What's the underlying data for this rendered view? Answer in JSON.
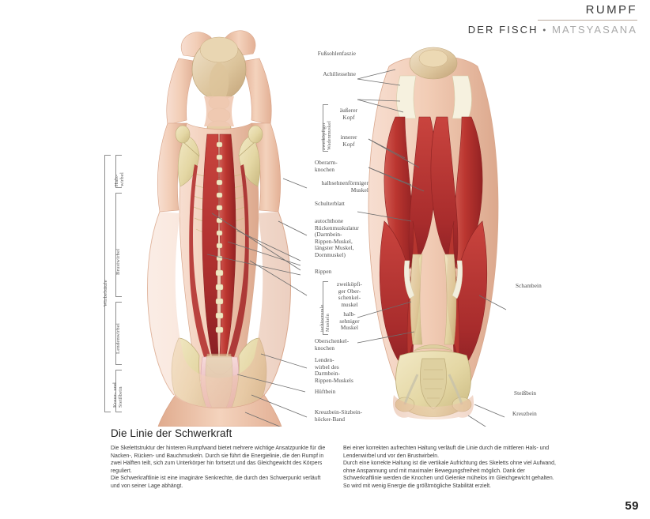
{
  "header": {
    "chapter": "RUMPF",
    "pose_name": "DER FISCH",
    "separator": "•",
    "sanskrit": "MATSYASANA",
    "rule_color": "#b9a99c"
  },
  "page_number": "59",
  "figures": {
    "left_figure_name": "seated-forward-bend-back-view-anatomy",
    "right_figure_name": "posterior-legs-pelvis-anatomy"
  },
  "left_spine_brackets": {
    "outer_label": "Wirbelsäule",
    "segments": [
      {
        "label": "Hals-\nwirbel"
      },
      {
        "label": "Brustwirbel"
      },
      {
        "label": "Lendenwirbel"
      },
      {
        "label": "Kreuz- und\nSteißbein"
      }
    ]
  },
  "center_labels": [
    {
      "id": "fusssohlenfaszie",
      "text": "Fußsohlenfaszie"
    },
    {
      "id": "achillessehne",
      "text": "Achillessehne"
    },
    {
      "id": "aeusserer-kopf",
      "text": "äußerer\nKopf"
    },
    {
      "id": "innerer-kopf",
      "text": "innerer\nKopf"
    },
    {
      "id": "oberarmknochen",
      "text": "Oberarm-\nknochen"
    },
    {
      "id": "halbsehnenfoermiger-muskel",
      "text": "halbsehnenförmiger\nMuskel"
    },
    {
      "id": "schulterblatt",
      "text": "Schulterblatt"
    },
    {
      "id": "autochthone-rueckenmuskulatur",
      "text": "autochthone\nRückenmuskulatur\n(Darmbein-\nRippen-Muskel,\nlängster Muskel,\nDornmuskel)"
    },
    {
      "id": "rippen",
      "text": "Rippen"
    },
    {
      "id": "zweikoepfiger-oberschenkelmuskel",
      "text": "zweiköpfi-\nger Ober-\nschenkel-\nmuskel"
    },
    {
      "id": "halbsehniger-muskel",
      "text": "halb-\nsehniger\nMuskel"
    },
    {
      "id": "oberschenkelknochen",
      "text": "Oberschenkel-\nknochen"
    },
    {
      "id": "lendenwirbel-darmbein-rippen-muskel",
      "text": "Lenden-\nwirbel des\nDarmbein-\nRippen-Muskels"
    },
    {
      "id": "hueftbein",
      "text": "Hüftbein"
    },
    {
      "id": "kreuzbein-sitzbeinhoecker-band",
      "text": "Kreuzbein-Sitzbein-\nhöcker-Band"
    }
  ],
  "center_bracket_labels": [
    {
      "id": "zweikoepfiger-wadenmuskel",
      "text": "zweiköpfiger\nWadenmuskel"
    },
    {
      "id": "ischiocrurale-muskeln",
      "text": "ischiocrurale\nMuskeln"
    }
  ],
  "right_labels": [
    {
      "id": "schambein",
      "text": "Schambein"
    },
    {
      "id": "steissbein",
      "text": "Steißbein"
    },
    {
      "id": "kreuzbein",
      "text": "Kreuzbein"
    }
  ],
  "body": {
    "title": "Die Linie der Schwerkraft",
    "left_column": [
      "Die Skelettstruktur der hinteren Rumpfwand bietet mehrere wichtige Ansatzpunkte für die Nacken-, Rücken- und Bauchmuskeln. Durch sie führt die Energielinie, die den Rumpf in zwei Hälften teilt, sich zum Unterkörper hin fortsetzt und das Gleichgewicht des Körpers reguliert.",
      "Die Schwerkraftlinie ist eine imaginäre Senkrechte, die durch den Schwerpunkt verläuft und von seiner Lage abhängt."
    ],
    "right_column": [
      "Bei einer korrekten aufrechten Haltung verläuft die Linie durch die mittleren Hals- und Lendenwirbel und vor den Brustwirbeln.",
      "Durch eine korrekte Haltung ist die vertikale Aufrichtung des Skeletts ohne viel Aufwand, ohne Anspannung und mit maximaler Bewegungsfreiheit möglich. Dank der Schwerkraftlinie werden die Knochen und Gelenke mühelos im Gleichgewicht gehalten. So wird mit wenig Energie die größtmögliche Stabilität erzielt."
    ]
  },
  "colors": {
    "muscle_red": "#c0392b",
    "muscle_red_deep": "#a8292b",
    "muscle_pink": "#d9677a",
    "bone": "#e8dcb0",
    "bone_shadow": "#cbbd87",
    "skin": "#f0cbb4",
    "skin_shadow": "#ddab90",
    "tendon": "#f3f0e4",
    "label_gray": "#4a4a4a"
  }
}
